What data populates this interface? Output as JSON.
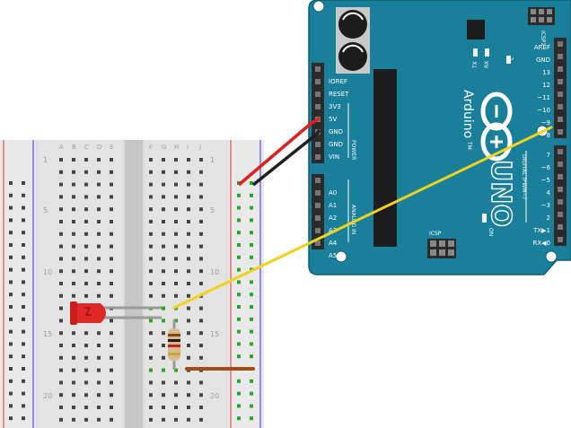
{
  "breadboard": {
    "column_letters_left": [
      "A",
      "B",
      "C",
      "D",
      "E"
    ],
    "column_letters_right": [
      "F",
      "G",
      "H",
      "I",
      "J"
    ],
    "row_numbers": [
      "1",
      "5",
      "10",
      "15",
      "20"
    ]
  },
  "arduino": {
    "brand": "Arduino",
    "model": "UNO",
    "tm": "TM",
    "icsp2": "ICSP2",
    "icsp": "ICSP",
    "tx": "TX",
    "rx": "RX",
    "led_l": "L",
    "on": "ON",
    "power_section": "POWER",
    "analog_section": "ANALOG IN",
    "digital_section": "DIGITAL (PWM~)",
    "power_pins": [
      "IOREF",
      "RESET",
      "3V3",
      "5V",
      "GND",
      "GND",
      "VIN"
    ],
    "analog_pins": [
      "A0",
      "A1",
      "A2",
      "A3",
      "A4",
      "A5"
    ],
    "digital_pins_top": [
      "AREF",
      "GND",
      "13",
      "12",
      "~11",
      "~10",
      "~9",
      "8"
    ],
    "digital_pins_bottom": [
      "7",
      "~6",
      "~5",
      "4",
      "~3",
      "2",
      "TX▶1",
      "RX◀0"
    ]
  },
  "colors": {
    "board": "#1a7f9a",
    "board_edge": "#0f5e72",
    "wire_5v": "#e02020",
    "wire_gnd": "#202020",
    "wire_signal": "#f2d21b",
    "wire_jumper": "#a04d12",
    "led": "#e02828",
    "rail_red": "#d33",
    "rail_blue": "#33c"
  }
}
